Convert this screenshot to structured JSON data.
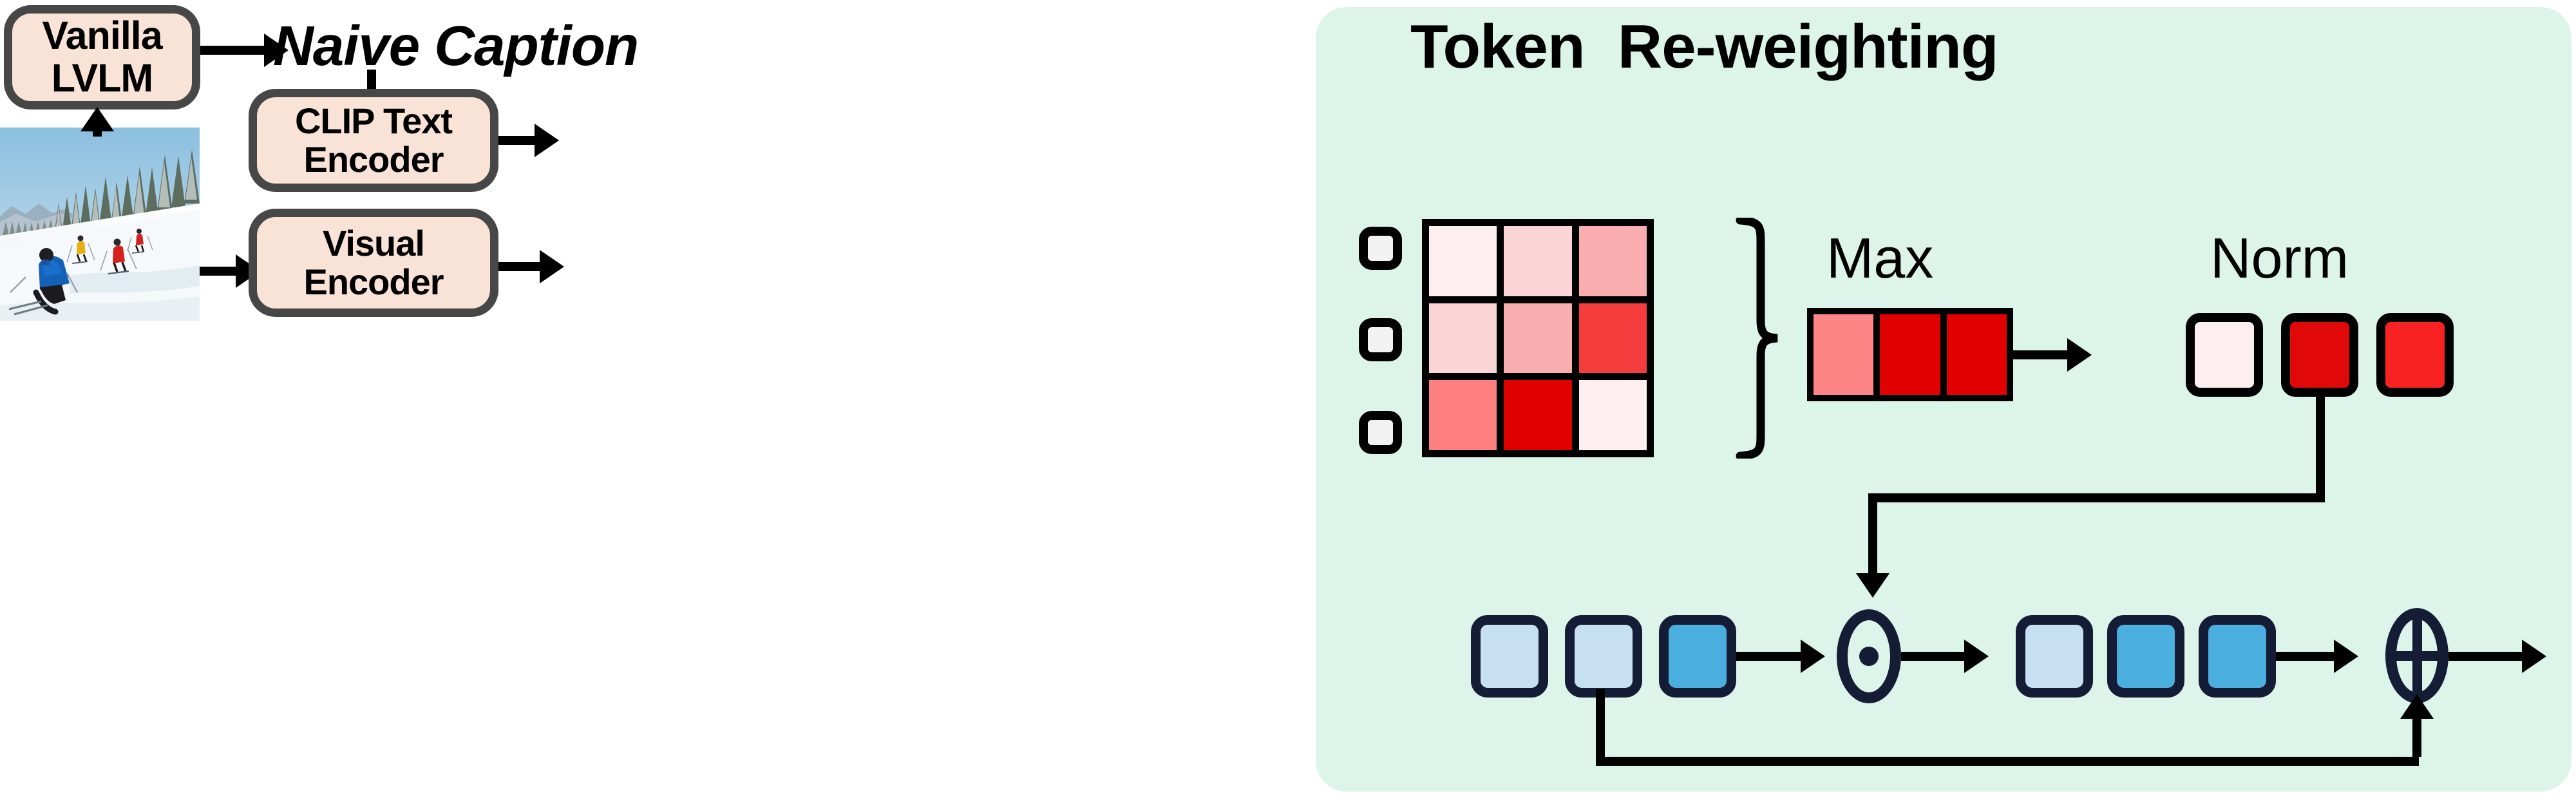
{
  "boxes": {
    "vanilla_lvlm": "Vanilla\nLVLM",
    "vanilla_lvlm_line1": "Vanilla",
    "vanilla_lvlm_line2": "LVLM",
    "clip_text_encoder_line1": "CLIP Text",
    "clip_text_encoder_line2": "Encoder",
    "visual_encoder_line1": "Visual",
    "visual_encoder_line2": "Encoder"
  },
  "caption": {
    "naive_caption": "Naive Caption"
  },
  "panel": {
    "title": "Token  Re-weighting",
    "background_color": "#dcf4ea"
  },
  "labels": {
    "max": "Max",
    "norm": "Norm"
  },
  "operators": {
    "elementwise_multiply": "⊙",
    "elementwise_add": "⊕"
  },
  "colors": {
    "box_fill": "#f9e3d7",
    "box_border": "#474747",
    "panel_fill": "#dcf4ea",
    "token_white": "#f2f2f2",
    "blue_dark_border": "#141d35",
    "line": "#000000"
  },
  "chart_data": {
    "type": "heatmap",
    "title": "Token  Re-weighting",
    "attention_matrix": {
      "rows": 3,
      "cols": 3,
      "values": [
        [
          0.05,
          0.22,
          0.42
        ],
        [
          0.22,
          0.42,
          0.86
        ],
        [
          0.52,
          1.0,
          0.05
        ]
      ],
      "colors": [
        [
          "#fdeef0",
          "#fbd4d7",
          "#fbaeb0"
        ],
        [
          "#fbd4d7",
          "#fbaeb0",
          "#f43c3c"
        ],
        [
          "#fd7f7f",
          "#e00000",
          "#fdeef0"
        ]
      ]
    },
    "max_vector": {
      "values": [
        0.52,
        1.0,
        0.86
      ],
      "colors": [
        "#fd8585",
        "#e00000",
        "#e00000"
      ]
    },
    "norm_vector": {
      "values": [
        0.05,
        0.93,
        1.0
      ],
      "colors": [
        "#fdeef0",
        "#e00808",
        "#f82222"
      ]
    },
    "visual_tokens_input": {
      "values": [
        0.2,
        0.2,
        0.7
      ],
      "colors": [
        "#c6e0f2",
        "#c6e0f2",
        "#4aaede"
      ]
    },
    "visual_tokens_output": {
      "values": [
        0.2,
        0.7,
        0.7
      ],
      "colors": [
        "#c6e0f2",
        "#4aaede",
        "#4aaede"
      ]
    },
    "text_tokens": {
      "count": 3,
      "color": "#f2f2f2"
    }
  },
  "photo": {
    "alt": "four skiers descending a snowy ski slope beside snow-covered pine trees"
  }
}
